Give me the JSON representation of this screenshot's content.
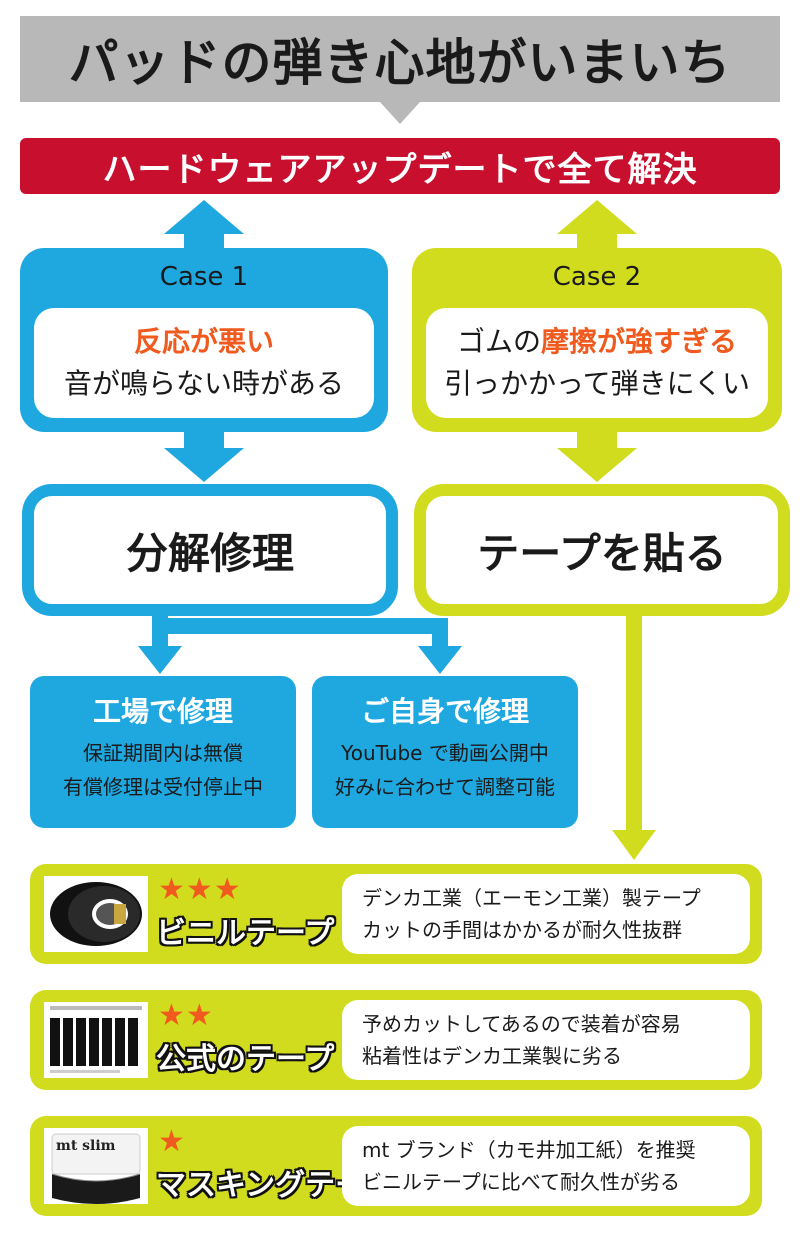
{
  "colors": {
    "blue": "#1fa8e0",
    "lime": "#d2dc1e",
    "red": "#c8102e",
    "orange": "#f05a1e",
    "gray": "#b8b8b8"
  },
  "title": "パッドの弾き心地がいまいち",
  "banner": "ハードウェアアップデートで全て解決",
  "case1": {
    "label": "Case 1",
    "highlight": "反応が悪い",
    "line2": "音が鳴らない時がある"
  },
  "case2": {
    "label": "Case 2",
    "line1_pre": "ゴムの",
    "line1_highlight": "摩擦が強すぎる",
    "line2": "引っかかって弾きにくい"
  },
  "actions": {
    "repair": "分解修理",
    "tape": "テープを貼る"
  },
  "options": {
    "factory": {
      "title": "工場で修理",
      "lines": [
        "保証期間内は無償",
        "有償修理は受付停止中"
      ]
    },
    "self": {
      "title": "ご自身で修理",
      "lines": [
        "YouTube で動画公開中",
        "好みに合わせて調整可能"
      ]
    }
  },
  "tapes": [
    {
      "stars": "★★★",
      "rating": 3,
      "name": "ビニルテープ",
      "lines": [
        "デンカ工業（エーモン工業）製テープ",
        "カットの手間はかかるが耐久性抜群"
      ],
      "icon": "vinyl-tape-roll-icon"
    },
    {
      "stars": "★★",
      "rating": 2,
      "name": "公式のテープ",
      "lines": [
        "予めカットしてあるので装着が容易",
        "粘着性はデンカ工業製に劣る"
      ],
      "icon": "precut-tape-sheet-icon"
    },
    {
      "stars": "★",
      "rating": 1,
      "name": "マスキングテープ",
      "lines": [
        "mt ブランド（カモ井加工紙）を推奨",
        "ビニルテープに比べて耐久性が劣る"
      ],
      "icon": "masking-tape-roll-icon",
      "logo": "mt slim"
    }
  ]
}
